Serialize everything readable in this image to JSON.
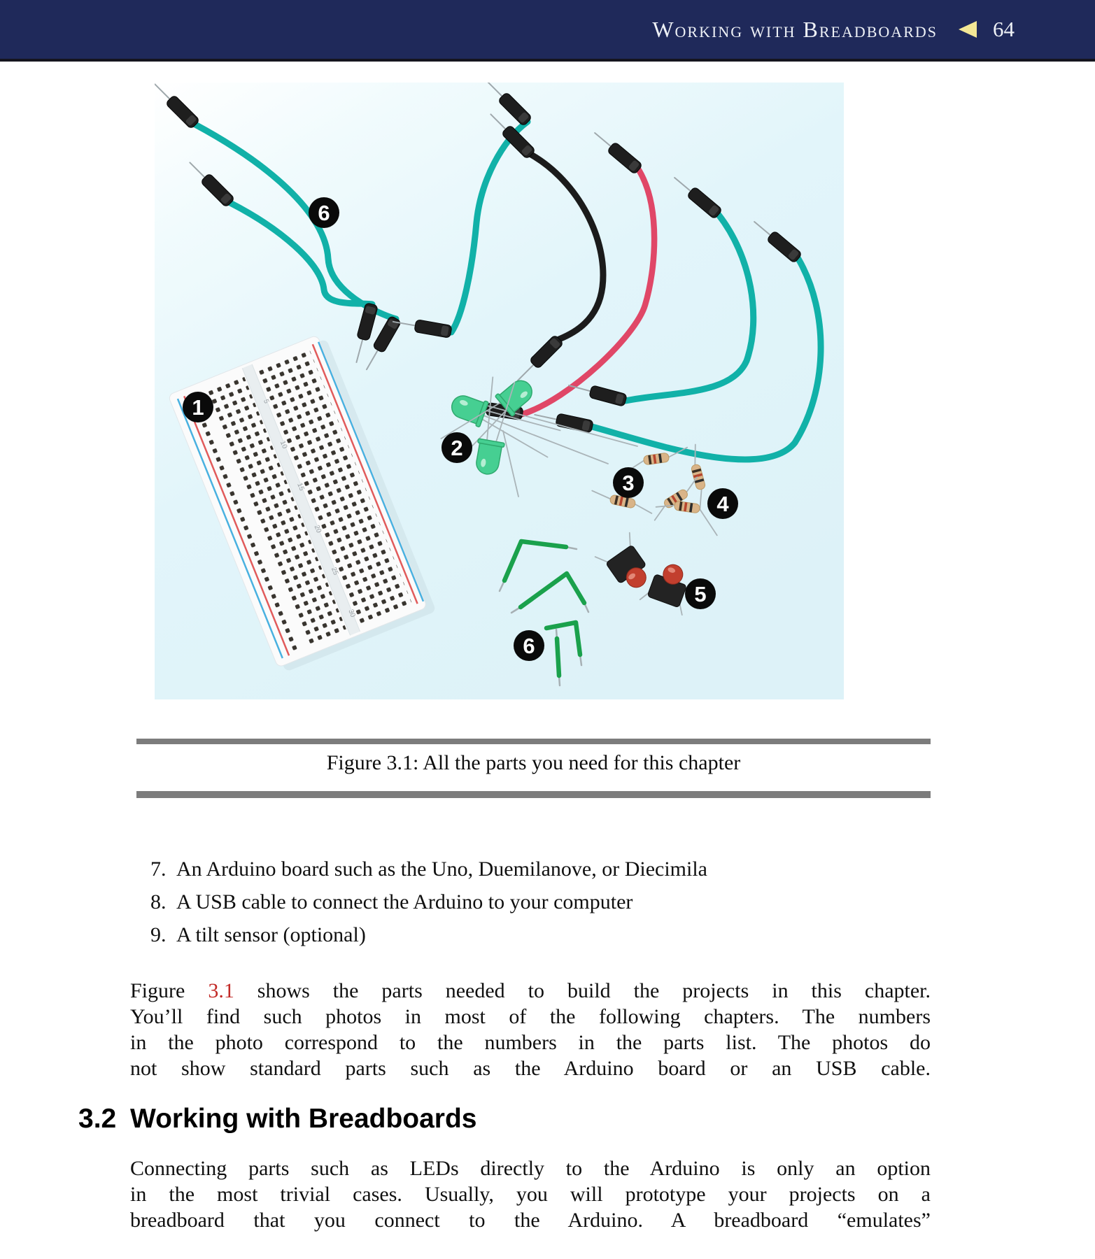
{
  "header": {
    "running_title": "Working with Breadboards",
    "page_number": "64"
  },
  "figure": {
    "caption": "Figure 3.1: All the parts you need for this chapter",
    "badges": [
      {
        "label": "6"
      },
      {
        "label": "1"
      },
      {
        "label": "2"
      },
      {
        "label": "3"
      },
      {
        "label": "4"
      },
      {
        "label": "5"
      },
      {
        "label": "6"
      }
    ]
  },
  "parts_list": {
    "items": [
      {
        "number": "7.",
        "text": "An Arduino board such as the Uno, Duemilanove, or Diecimila"
      },
      {
        "number": "8.",
        "text": "A USB cable to connect the Arduino to your computer"
      },
      {
        "number": "9.",
        "text": "A tilt sensor (optional)"
      }
    ]
  },
  "para1": {
    "line1": {
      "pre": "Figure ",
      "link": "3.1",
      "post": " shows the parts needed to build the projects in this chapter."
    },
    "line2": "You’ll find such photos in most of the following chapters. The numbers",
    "line3": "in the photo correspond to the numbers in the parts list. The photos do",
    "line4": "not show standard parts such as the Arduino board or an USB cable."
  },
  "section": {
    "number": "3.2",
    "title": "Working with Breadboards"
  },
  "para2": {
    "line1": "Connecting parts such as LEDs directly to the Arduino is only an option",
    "line2": "in the most trivial cases. Usually, you will prototype your projects on a",
    "line3": "breadboard that you connect to the Arduino. A breadboard “emulates”"
  },
  "colors": {
    "header_navy": "#1f295a",
    "triangle_yellow": "#f3e795",
    "link_red": "#c22a27",
    "rule_gray": "#7c7c7c",
    "wire_teal": "#11b1a8",
    "wire_red": "#e04767",
    "wire_black": "#1b1b1b",
    "staple_green": "#1aa14c",
    "led_green": "#46cf92"
  }
}
